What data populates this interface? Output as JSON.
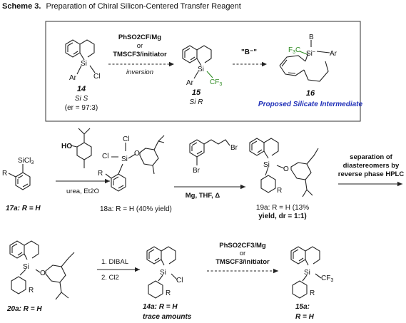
{
  "scheme": {
    "title_bold": "Scheme 3.",
    "title_rest": "Preparation of Chiral Silicon-Centered Transfer Reagent"
  },
  "atoms": {
    "si": "Si",
    "cl": "Cl",
    "ar": "Ar",
    "r": "R",
    "o": "O",
    "ho": "HO",
    "b": "B",
    "br": "Br",
    "cf3": "CF",
    "sub3": "3",
    "f3c": "F",
    "sicl3": "SiCl",
    "si_minus": "Si",
    "minus": "–"
  },
  "box": {
    "c14_num": "14",
    "c14_stereo": "Si S",
    "c14_er": "(er = 97:3)",
    "reagent1": "PhSO2CF/Mg",
    "reagent_or": "or",
    "reagent2": "TMSCF3/initiator",
    "inversion": "inversion",
    "c15_num": "15",
    "c15_stereo": "Si R",
    "b_minus": "\"B⁻\"",
    "c16_num": "16",
    "c16_caption": "Proposed Silicate Intermediate"
  },
  "row2": {
    "c17a": "17a: R = H",
    "cond_a": "urea, Et2O",
    "c18a": "18a: R = H (40% yield)",
    "cond_b": "Mg, THF, Δ",
    "c19a_line1": "19a: R = H (13%",
    "c19a_line2": "yield, dr = 1:1)",
    "sep_line1": "separation of",
    "sep_line2": "diastereomers by",
    "sep_line3": "reverse phase HPLC"
  },
  "row3": {
    "c20a": "20a: R = H",
    "step1": "1. DIBAL",
    "step2": "2. Cl2",
    "c14a": "14a: R = H",
    "trace": "trace amounts",
    "reagent1": "PhSO2CF3/Mg",
    "reagent_or": "or",
    "reagent2": "TMSCF3/initiator",
    "c15a_line1": "15a:",
    "c15a_line2": "R = H"
  },
  "colors": {
    "green": "#2e8b22",
    "blue": "#1f2fb8",
    "ink": "#111111"
  }
}
